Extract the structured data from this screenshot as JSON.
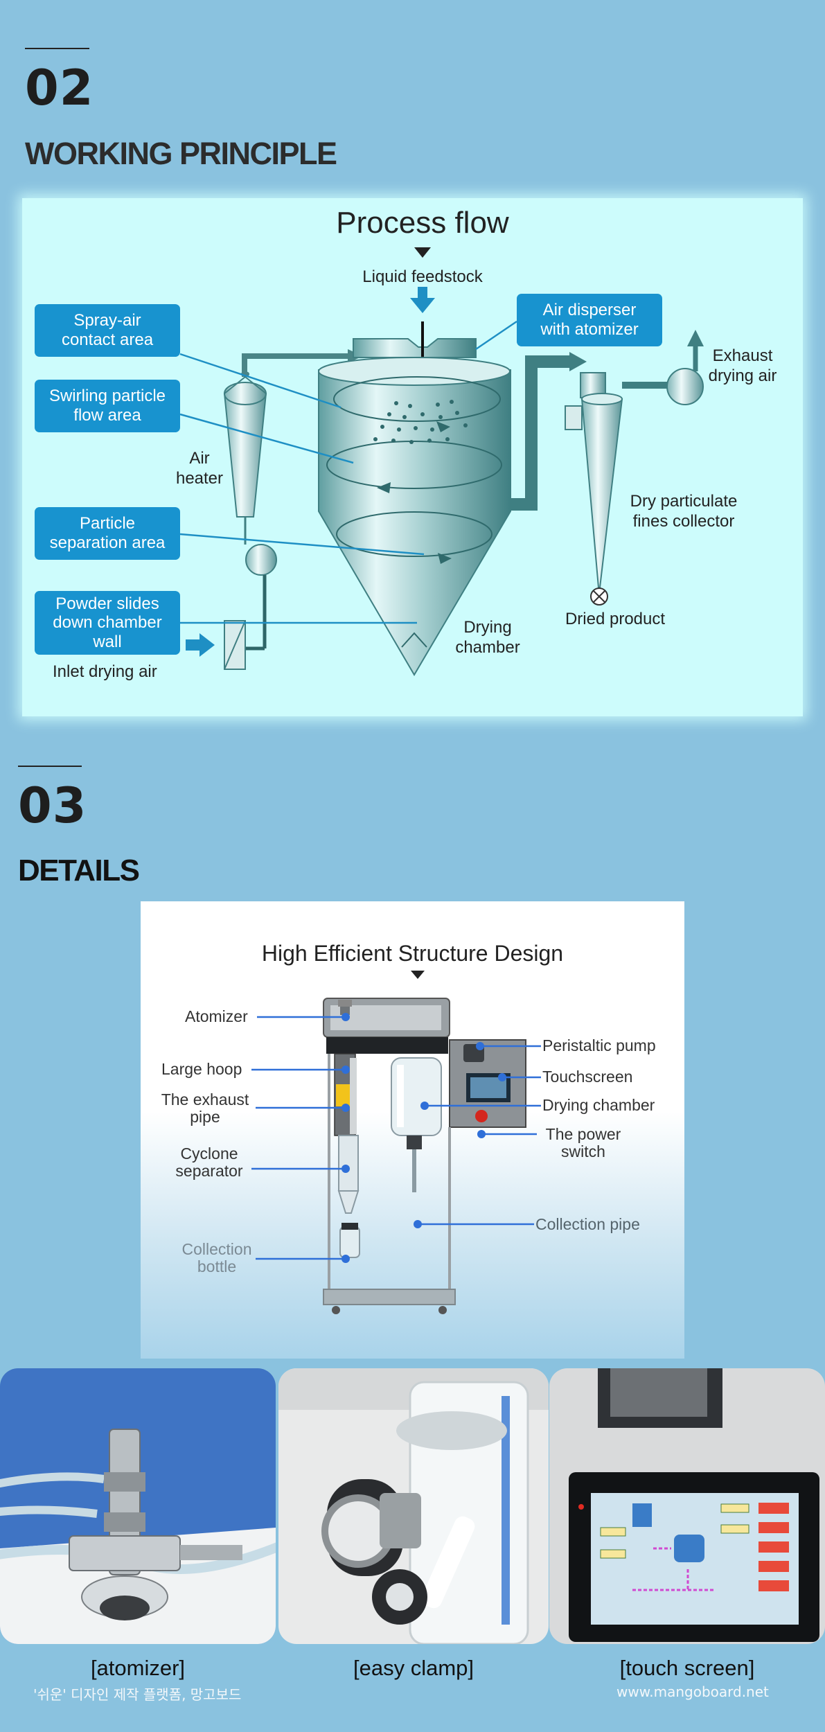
{
  "section_working": {
    "number": "02",
    "title": "WORKING PRINCIPLE"
  },
  "process_flow": {
    "title": "Process flow",
    "feed_label": "Liquid feedstock",
    "callouts": {
      "spray_air": "Spray-air contact area",
      "swirling": "Swirling particle flow area",
      "separation": "Particle separation area",
      "powder": "Powder slides down chamber wall",
      "disperser": "Air disperser with atomizer"
    },
    "labels": {
      "air_heater": "Air heater",
      "inlet": "Inlet drying air",
      "exhaust": "Exhaust drying air",
      "collector": "Dry particulate fines collector",
      "dried": "Dried product",
      "chamber": "Drying chamber"
    }
  },
  "section_details": {
    "number": "03",
    "title": "DETAILS"
  },
  "structure": {
    "title": "High Efficient Structure Design",
    "labels": {
      "atomizer": "Atomizer",
      "hoop": "Large hoop",
      "exhaust_pipe": "The exhaust pipe",
      "cyclone": "Cyclone separator",
      "bottle": "Collection bottle",
      "pump": "Peristaltic pump",
      "touchscreen": "Touchscreen",
      "chamber": "Drying chamber",
      "power": "The power switch",
      "pipe": "Collection pipe"
    }
  },
  "photos": [
    {
      "caption": "[atomizer]"
    },
    {
      "caption": "[easy clamp]"
    },
    {
      "caption": "[touch screen]"
    }
  ],
  "footer": {
    "left": "'쉬운' 디자인 제작 플랫폼, 망고보드",
    "right": "www.mangoboard.net"
  },
  "colors": {
    "background": "#8ac2df",
    "callout_blue": "#1893cf",
    "figure_bg": "#cdfcfc"
  }
}
